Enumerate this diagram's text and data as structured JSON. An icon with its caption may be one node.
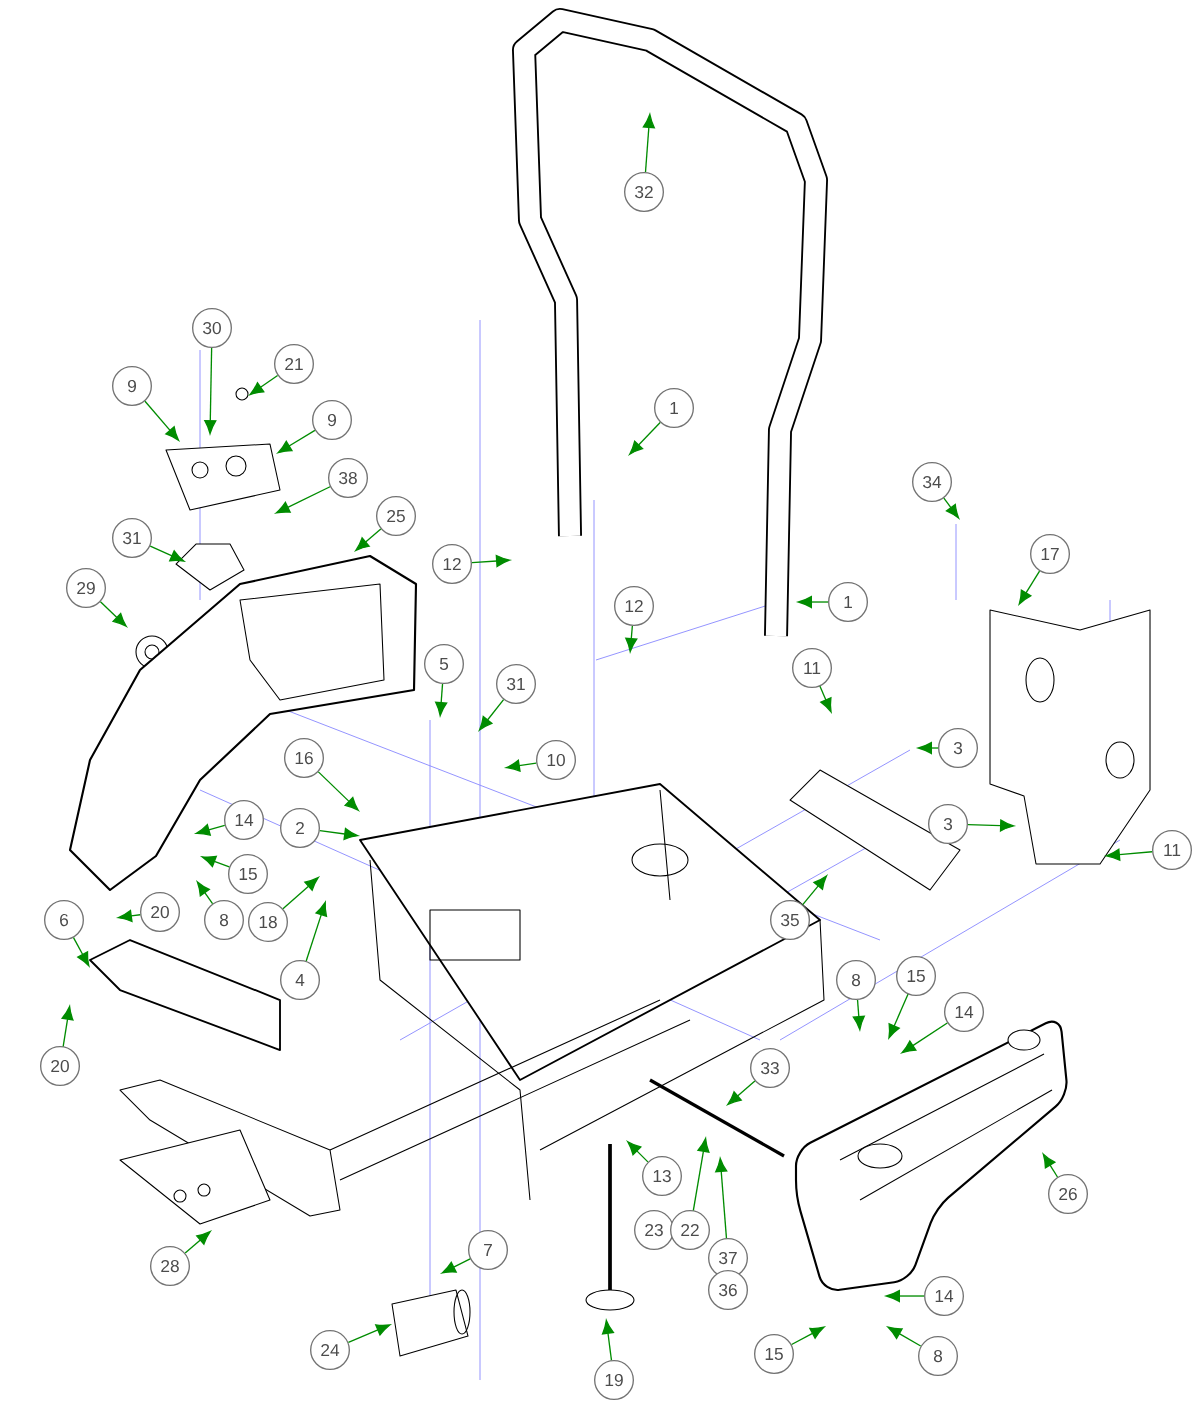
{
  "diagram": {
    "nodes": [
      {
        "text": [
          "32"
        ]
      },
      {
        "text": [
          "30"
        ]
      },
      {
        "text": [
          "21"
        ]
      },
      {
        "text": [
          "9"
        ]
      },
      {
        "text": [
          "1"
        ]
      },
      {
        "text": [
          "9"
        ]
      },
      {
        "text": [
          "38"
        ]
      },
      {
        "text": [
          "34"
        ]
      },
      {
        "text": [
          "31"
        ]
      },
      {
        "text": [
          "25"
        ]
      },
      {
        "text": [
          "17"
        ]
      },
      {
        "text": [
          "12"
        ]
      },
      {
        "text": [
          "29"
        ]
      },
      {
        "text": [
          "1"
        ]
      },
      {
        "text": [
          "12"
        ]
      },
      {
        "text": [
          "11"
        ]
      },
      {
        "text": [
          "5"
        ]
      },
      {
        "text": [
          "31"
        ]
      },
      {
        "text": [
          "10"
        ]
      },
      {
        "text": [
          "3"
        ]
      },
      {
        "text": [
          "16"
        ]
      },
      {
        "text": [
          "2"
        ]
      },
      {
        "text": [
          "3"
        ]
      },
      {
        "text": [
          "14"
        ]
      },
      {
        "text": [
          "11"
        ]
      },
      {
        "text": [
          "15"
        ]
      },
      {
        "text": [
          "35"
        ]
      },
      {
        "text": [
          "8"
        ]
      },
      {
        "text": [
          "20"
        ]
      },
      {
        "text": [
          "6"
        ]
      },
      {
        "text": [
          "18"
        ]
      },
      {
        "text": [
          "4"
        ]
      },
      {
        "text": [
          "8"
        ]
      },
      {
        "text": [
          "15"
        ]
      },
      {
        "text": [
          "14"
        ]
      },
      {
        "text": [
          "20"
        ]
      },
      {
        "text": [
          "33"
        ]
      },
      {
        "text": [
          "13"
        ]
      },
      {
        "text": [
          "26"
        ]
      },
      {
        "text": [
          "23"
        ]
      },
      {
        "text": [
          "22"
        ]
      },
      {
        "text": [
          "7"
        ]
      },
      {
        "text": [
          "37"
        ]
      },
      {
        "text": [
          "28"
        ]
      },
      {
        "text": [
          "36"
        ]
      },
      {
        "text": [
          "14"
        ]
      },
      {
        "text": [
          "15"
        ]
      },
      {
        "text": [
          "24"
        ]
      },
      {
        "text": [
          "8"
        ]
      },
      {
        "text": [
          "19"
        ]
      }
    ],
    "edges": [
      {
        "from": 0,
        "to": null,
        "arrow": "to"
      },
      {
        "from": 1,
        "to": null,
        "arrow": "to"
      },
      {
        "from": 2,
        "to": null,
        "arrow": "to"
      },
      {
        "from": 3,
        "to": null,
        "arrow": "to"
      },
      {
        "from": 4,
        "to": null,
        "arrow": "to"
      },
      {
        "from": 5,
        "to": null,
        "arrow": "to"
      },
      {
        "from": 6,
        "to": null,
        "arrow": "to"
      },
      {
        "from": 7,
        "to": null,
        "arrow": "to"
      },
      {
        "from": 8,
        "to": null,
        "arrow": "to"
      },
      {
        "from": 9,
        "to": null,
        "arrow": "to"
      },
      {
        "from": 10,
        "to": null,
        "arrow": "to"
      },
      {
        "from": 11,
        "to": null,
        "arrow": "to"
      },
      {
        "from": 12,
        "to": null,
        "arrow": "to"
      },
      {
        "from": 13,
        "to": null,
        "arrow": "to"
      },
      {
        "from": 14,
        "to": null,
        "arrow": "to"
      },
      {
        "from": 15,
        "to": null,
        "arrow": "to"
      },
      {
        "from": 16,
        "to": null,
        "arrow": "to"
      },
      {
        "from": 17,
        "to": null,
        "arrow": "to"
      },
      {
        "from": 18,
        "to": null,
        "arrow": "to"
      },
      {
        "from": 19,
        "to": null,
        "arrow": "to"
      },
      {
        "from": 20,
        "to": null,
        "arrow": "to"
      },
      {
        "from": 21,
        "to": null,
        "arrow": "to"
      },
      {
        "from": 22,
        "to": null,
        "arrow": "to"
      },
      {
        "from": 23,
        "to": null,
        "arrow": "to"
      },
      {
        "from": 24,
        "to": null,
        "arrow": "to"
      },
      {
        "from": 25,
        "to": null,
        "arrow": "to"
      },
      {
        "from": 26,
        "to": null,
        "arrow": "to"
      },
      {
        "from": 27,
        "to": null,
        "arrow": "to"
      },
      {
        "from": 28,
        "to": null,
        "arrow": "to"
      },
      {
        "from": 29,
        "to": null,
        "arrow": "to"
      },
      {
        "from": 30,
        "to": null,
        "arrow": "to"
      },
      {
        "from": 31,
        "to": null,
        "arrow": "to"
      },
      {
        "from": 32,
        "to": null,
        "arrow": "to"
      },
      {
        "from": 33,
        "to": null,
        "arrow": "to"
      },
      {
        "from": 34,
        "to": null,
        "arrow": "to"
      },
      {
        "from": 35,
        "to": null,
        "arrow": "to"
      },
      {
        "from": 36,
        "to": null,
        "arrow": "to"
      },
      {
        "from": 37,
        "to": null,
        "arrow": "to"
      },
      {
        "from": 38,
        "to": null,
        "arrow": "to"
      },
      {
        "from": 40,
        "to": null,
        "arrow": "to"
      },
      {
        "from": 41,
        "to": null,
        "arrow": "to"
      },
      {
        "from": 42,
        "to": null,
        "arrow": "to"
      },
      {
        "from": 43,
        "to": null,
        "arrow": "to"
      },
      {
        "from": 45,
        "to": null,
        "arrow": "to"
      },
      {
        "from": 46,
        "to": null,
        "arrow": "to"
      },
      {
        "from": 47,
        "to": null,
        "arrow": "to"
      },
      {
        "from": 48,
        "to": null,
        "arrow": "to"
      },
      {
        "from": 49,
        "to": null,
        "arrow": "to"
      }
    ]
  }
}
